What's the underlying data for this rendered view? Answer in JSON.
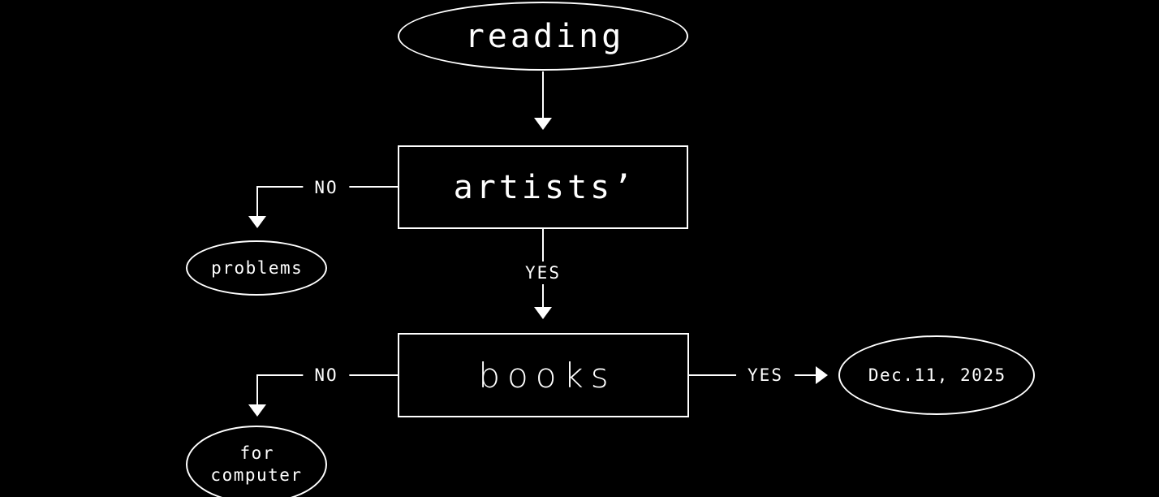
{
  "diagram": {
    "type": "flowchart",
    "background_color": "#000000",
    "stroke_color": "#ffffff",
    "text_color": "#ffffff",
    "nodes": {
      "reading": {
        "label": "reading",
        "shape": "ellipse"
      },
      "artists": {
        "label": "artists’",
        "shape": "rectangle"
      },
      "problems": {
        "label": "problems",
        "shape": "ellipse"
      },
      "books": {
        "label": "books",
        "shape": "rectangle"
      },
      "for_computer": {
        "label": "for\ncomputer",
        "shape": "ellipse"
      },
      "date": {
        "label": "Dec.11, 2025",
        "shape": "ellipse"
      }
    },
    "edges": {
      "reading_to_artists": {
        "from": "reading",
        "to": "artists",
        "label": ""
      },
      "artists_no": {
        "from": "artists",
        "to": "problems",
        "label": "NO"
      },
      "artists_yes": {
        "from": "artists",
        "to": "books",
        "label": "YES"
      },
      "books_no": {
        "from": "books",
        "to": "for_computer",
        "label": "NO"
      },
      "books_yes": {
        "from": "books",
        "to": "date",
        "label": "YES"
      }
    }
  }
}
